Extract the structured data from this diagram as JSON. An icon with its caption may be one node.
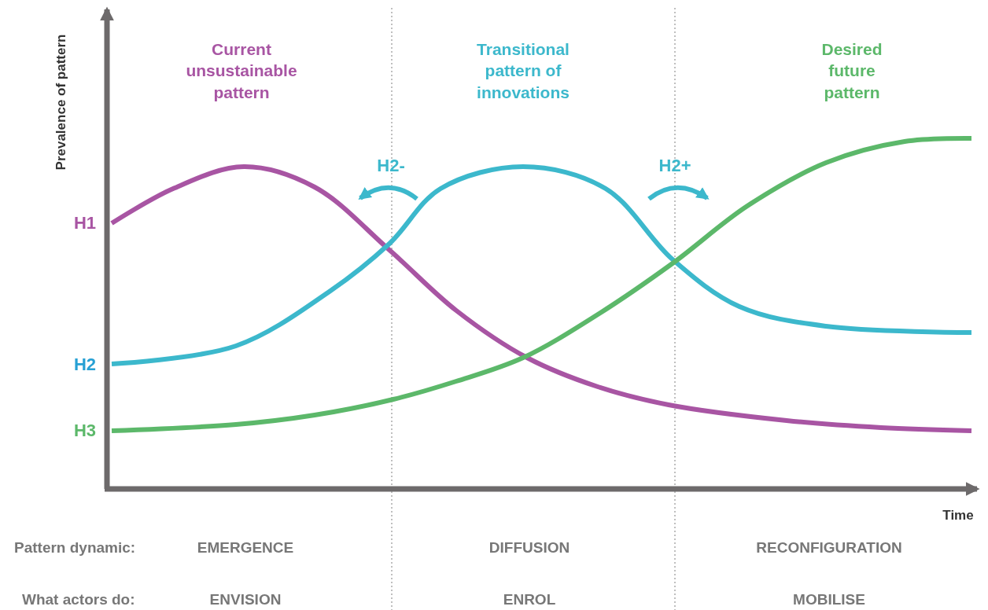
{
  "diagram": {
    "labels": [
      "Prevalence of pattern",
      "Current unsustainable pattern",
      "Transitional pattern of innovations",
      "Desired future pattern",
      "H2-",
      "H2+",
      "H1",
      "H2",
      "H3",
      "Time",
      "Pattern dynamic:",
      "EMERGENCE",
      "DIFFUSION",
      "RECONFIGURATION",
      "What actors do:",
      "ENVISION",
      "ENROL",
      "MOBILISE"
    ]
  }
}
